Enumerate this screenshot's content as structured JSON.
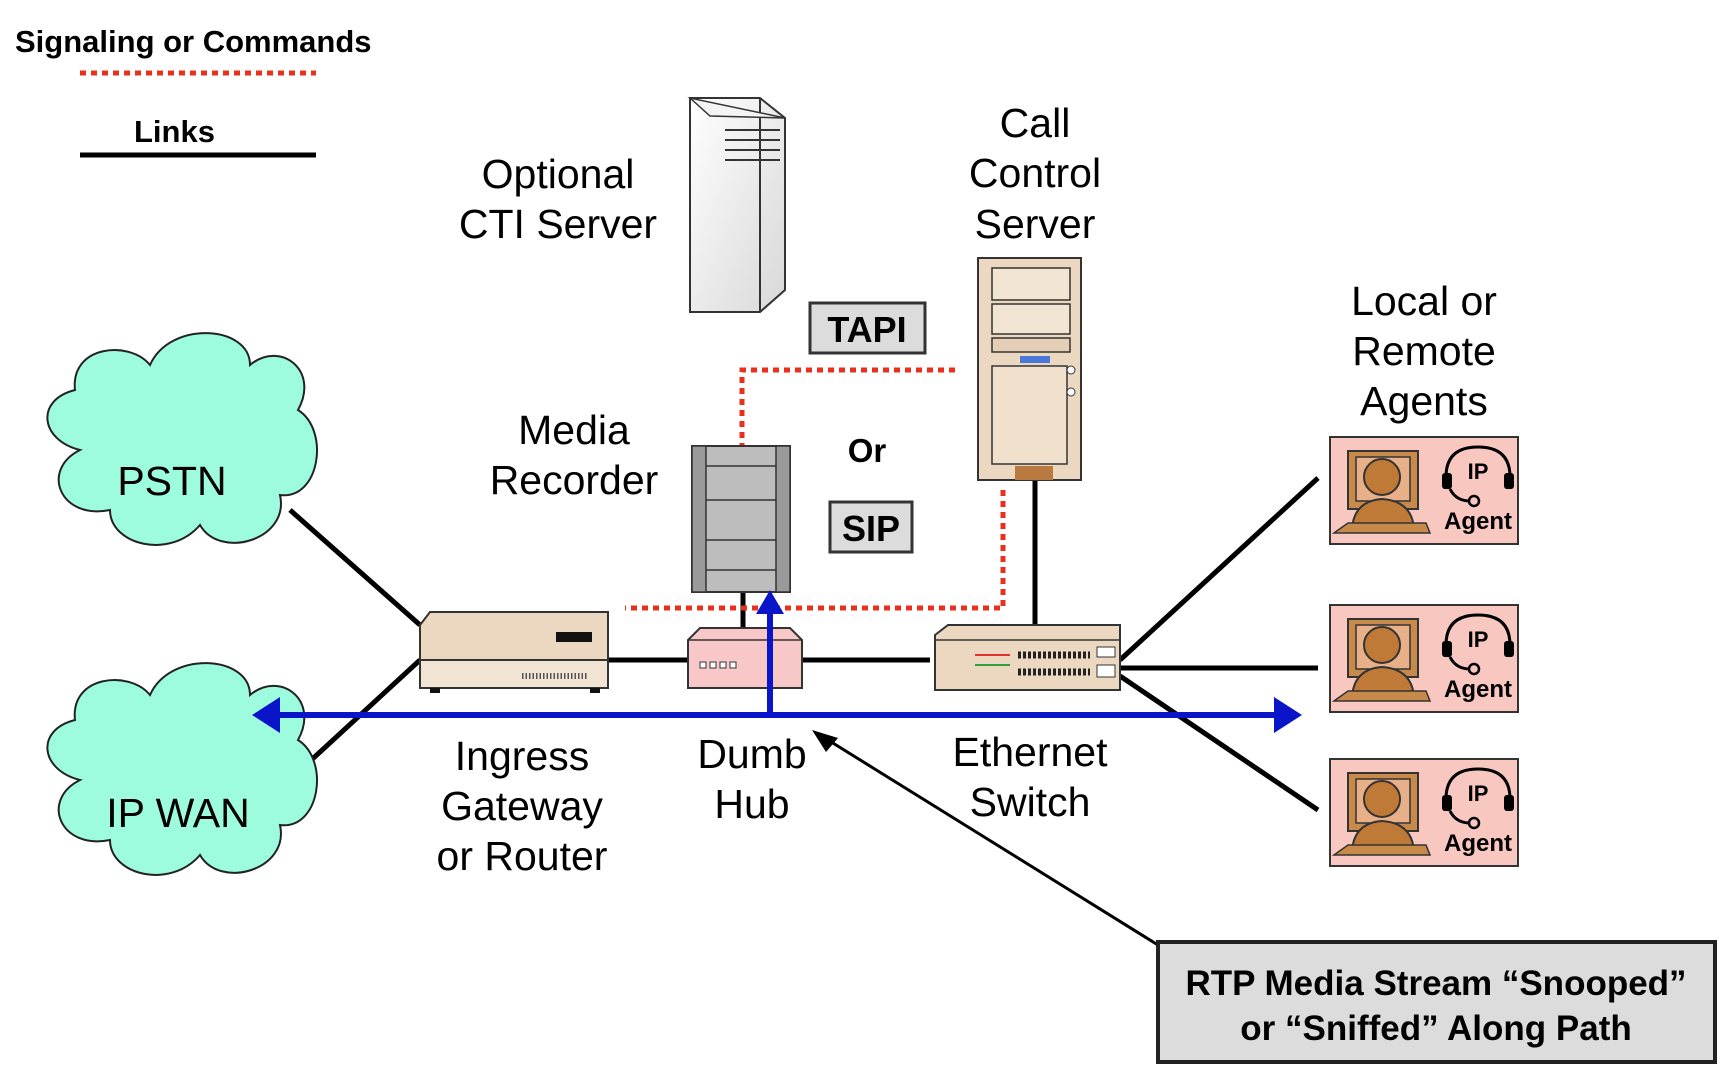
{
  "legend": {
    "signaling_label": "Signaling or Commands",
    "links_label": "Links"
  },
  "clouds": {
    "pstn": "PSTN",
    "ipwan": "IP WAN"
  },
  "labels": {
    "cti_server": [
      "Optional",
      "CTI Server"
    ],
    "call_control": [
      "Call",
      "Control",
      "Server"
    ],
    "media_recorder": [
      "Media",
      "Recorder"
    ],
    "agents_title": [
      "Local or",
      "Remote",
      "Agents"
    ],
    "gateway": [
      "Ingress",
      "Gateway",
      "or Router"
    ],
    "hub": [
      "Dumb",
      "Hub"
    ],
    "switch": [
      "Ethernet",
      "Switch"
    ],
    "or": "Or"
  },
  "protocols": {
    "tapi": "TAPI",
    "sip": "SIP"
  },
  "agent_card": {
    "ip": "IP",
    "agent": "Agent"
  },
  "callout": [
    "RTP Media Stream “Snooped”",
    "or “Sniffed” Along Path"
  ],
  "colors": {
    "signaling": "#e8301c",
    "link": "#000000",
    "media_stream": "#0a14c8",
    "cloud": "#9dfcde",
    "agent_bg": "#f8c8c0",
    "callout_bg": "#dcdcdc"
  }
}
